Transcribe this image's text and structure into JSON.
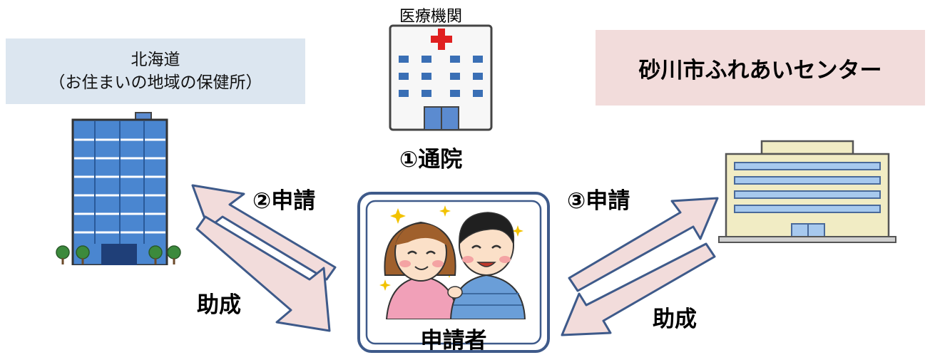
{
  "medical": {
    "label": "医療機関"
  },
  "hokkaido": {
    "line1": "北海道",
    "line2": "（お住まいの地域の保健所）"
  },
  "sunagawa": {
    "label": "砂川市ふれあいセンター"
  },
  "steps": {
    "visit": "①通院",
    "apply_hokkaido": "②申請",
    "apply_center": "③申請"
  },
  "grants": {
    "left": "助成",
    "right": "助成"
  },
  "applicant": {
    "label": "申請者"
  },
  "colors": {
    "hokkaido_box": "#dce6f0",
    "sunagawa_box": "#f2dcdb",
    "arrow_fill": "#f2dcdb",
    "arrow_stroke": "#3e5a8a",
    "applicant_border": "#3e5a8a"
  },
  "icons": {
    "medical": "hospital-building-icon",
    "hokkaido": "office-tower-icon",
    "sunagawa": "community-center-building-icon",
    "applicant": "couple-illustration-icon"
  }
}
